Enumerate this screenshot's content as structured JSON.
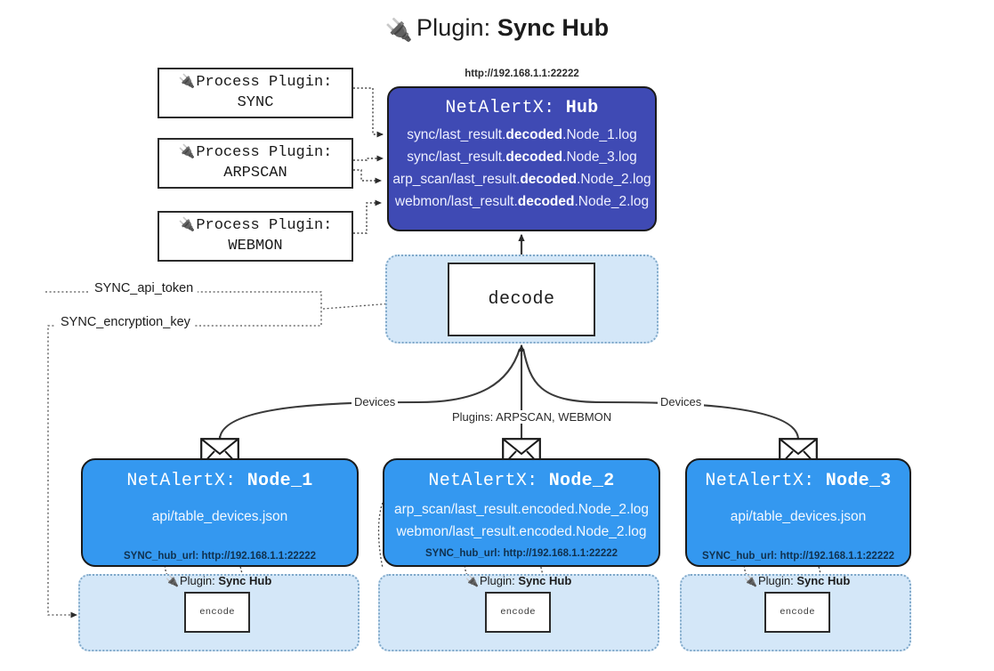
{
  "title": {
    "icon": "plug-icon",
    "prefix": "Plugin: ",
    "name": "Sync Hub"
  },
  "process_plugins": [
    {
      "icon": "plug-icon",
      "line1": "Process Plugin:",
      "line2": "SYNC"
    },
    {
      "icon": "plug-icon",
      "line1": "Process Plugin:",
      "line2": "ARPSCAN"
    },
    {
      "icon": "plug-icon",
      "line1": "Process Plugin:",
      "line2": "WEBMON"
    }
  ],
  "hub": {
    "url": "http://192.168.1.1:22222",
    "title_prefix": "NetAlertX: ",
    "title_name": "Hub",
    "color": "#3f4ab4",
    "logs": [
      {
        "pre": "sync/last_result.",
        "bold": "decoded",
        "post": ".Node_1.log"
      },
      {
        "pre": "sync/last_result.",
        "bold": "decoded",
        "post": ".Node_3.log"
      },
      {
        "pre": "arp_scan/last_result.",
        "bold": "decoded",
        "post": ".Node_2.log"
      },
      {
        "pre": "webmon/last_result.",
        "bold": "decoded",
        "post": ".Node_2.log"
      }
    ]
  },
  "decode": {
    "label": "decode",
    "panel_color": "#d4e7f8"
  },
  "secrets": [
    {
      "label": "SYNC_api_token"
    },
    {
      "label": "SYNC_encryption_key"
    }
  ],
  "edge_labels": {
    "devices_left": "Devices",
    "devices_right": "Devices",
    "plugins_center": "Plugins: ARPSCAN, WEBMON"
  },
  "nodes": [
    {
      "title_prefix": "NetAlertX: ",
      "title_name": "Node_1",
      "color": "#3498f0",
      "lines": [
        "api/table_devices.json"
      ],
      "hub_url_label": "SYNC_hub_url: http://192.168.1.1:22222",
      "icon": "envelope-icon"
    },
    {
      "title_prefix": "NetAlertX: ",
      "title_name": "Node_2",
      "color": "#3498f0",
      "lines": [
        "arp_scan/last_result.encoded.Node_2.log",
        "webmon/last_result.encoded.Node_2.log"
      ],
      "hub_url_label": "SYNC_hub_url: http://192.168.1.1:22222",
      "icon": "envelope-icon"
    },
    {
      "title_prefix": "NetAlertX: ",
      "title_name": "Node_3",
      "color": "#3498f0",
      "lines": [
        "api/table_devices.json"
      ],
      "hub_url_label": "SYNC_hub_url: http://192.168.1.1:22222",
      "icon": "envelope-icon"
    }
  ],
  "encode_panels": [
    {
      "plugin_prefix": "Plugin: ",
      "plugin_name": "Sync Hub",
      "box_label": "encode",
      "icon": "plug-icon"
    },
    {
      "plugin_prefix": "Plugin: ",
      "plugin_name": "Sync Hub",
      "box_label": "encode",
      "icon": "plug-icon"
    },
    {
      "plugin_prefix": "Plugin: ",
      "plugin_name": "Sync Hub",
      "box_label": "encode",
      "icon": "plug-icon"
    }
  ]
}
